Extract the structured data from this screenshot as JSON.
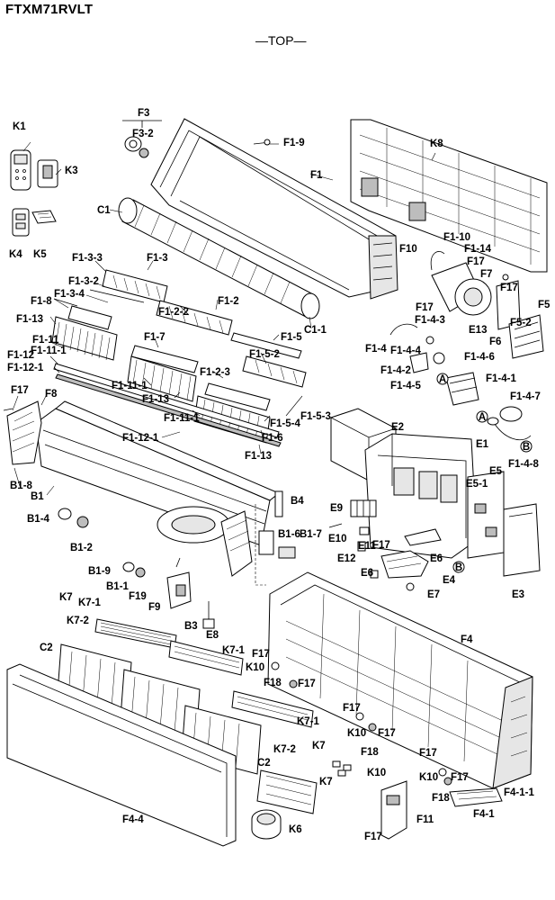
{
  "header": {
    "model": "FTXM71RVLT",
    "view": "—TOP—"
  },
  "callouts": {
    "A": "A",
    "B": "B"
  },
  "parts": {
    "F3": "F3",
    "F3_2": "F3-2",
    "F1_9": "F1-9",
    "F1": "F1",
    "K8": "K8",
    "K1": "K1",
    "K3": "K3",
    "C1": "C1",
    "K4": "K4",
    "K5": "K5",
    "F1_3_3": "F1-3-3",
    "F1_3": "F1-3",
    "F1_3_2": "F1-3-2",
    "F1_3_4": "F1-3-4",
    "F1_8": "F1-8",
    "F1_2": "F1-2",
    "F1_2_2": "F1-2-2",
    "F1_13_a": "F1-13",
    "F1_11": "F1-11",
    "F1_11_1": "F1-11-1",
    "F1_12": "F1-12",
    "F1_12_1": "F1-12-1",
    "F1_7": "F1-7",
    "F1_5": "F1-5",
    "F1_5_2": "F1-5-2",
    "F1_2_3": "F1-2-3",
    "F1_11_1b": "F1-11-1",
    "F1_11_1c": "F1-11-1",
    "F1_13_b": "F1-13",
    "F1_12_1b": "F1-12-1",
    "F1_5_4": "F1-5-4",
    "F1_5_3": "F1-5-3",
    "F1_6": "F1-6",
    "F1_13_c": "F1-13",
    "F17_a": "F17",
    "F8": "F8",
    "B1_8": "B1-8",
    "B1": "B1",
    "C1_1": "C1-1",
    "F10": "F10",
    "F1_10": "F1-10",
    "F1_14": "F1-14",
    "F17_b": "F17",
    "F7": "F7",
    "F17_c": "F17",
    "F5": "F5",
    "F17_d": "F17",
    "F1_4_3": "F1-4-3",
    "E13": "E13",
    "F6": "F6",
    "F5_2": "F5-2",
    "F1_4": "F1-4",
    "F1_4_4": "F1-4-4",
    "F1_4_6": "F1-4-6",
    "F1_4_2": "F1-4-2",
    "F1_4_1": "F1-4-1",
    "F1_4_5": "F1-4-5",
    "F1_4_7": "F1-4-7",
    "F1_4_8": "F1-4-8",
    "E2": "E2",
    "E1": "E1",
    "E5": "E5",
    "E5_1": "E5-1",
    "E3": "E3",
    "E9": "E9",
    "E10": "E10",
    "E11": "E11",
    "F17_e": "F17",
    "E12": "E12",
    "E6_a": "E6",
    "E6_b": "E6",
    "E4": "E4",
    "E7": "E7",
    "B4": "B4",
    "B1_6": "B1-6",
    "B1_7": "B1-7",
    "B1_4": "B1-4",
    "B1_2": "B1-2",
    "B1_9": "B1-9",
    "B1_1": "B1-1",
    "F19": "F19",
    "F9": "F9",
    "B3": "B3",
    "E8": "E8",
    "K7_a": "K7",
    "K7_1_a": "K7-1",
    "K7_2_a": "K7-2",
    "C2_a": "C2",
    "K7_1_b": "K7-1",
    "F4": "F4",
    "F17_f": "F17",
    "K10_a": "K10",
    "F18_a": "F18",
    "F17_g": "F17",
    "K7_1_c": "K7-1",
    "F17_h": "F17",
    "K10_b": "K10",
    "F17_i": "F17",
    "K7_2_b": "K7-2",
    "K7_b": "K7",
    "F18_b": "F18",
    "C2_b": "C2",
    "K10_c": "K10",
    "F17_j": "F17",
    "K10_d": "K10",
    "F17_k": "F17",
    "F18_c": "F18",
    "F4_1_1": "F4-1-1",
    "K7_c": "K7",
    "F4_4": "F4-4",
    "F11": "F11",
    "F4_1": "F4-1",
    "K6": "K6",
    "F17_l": "F17"
  }
}
